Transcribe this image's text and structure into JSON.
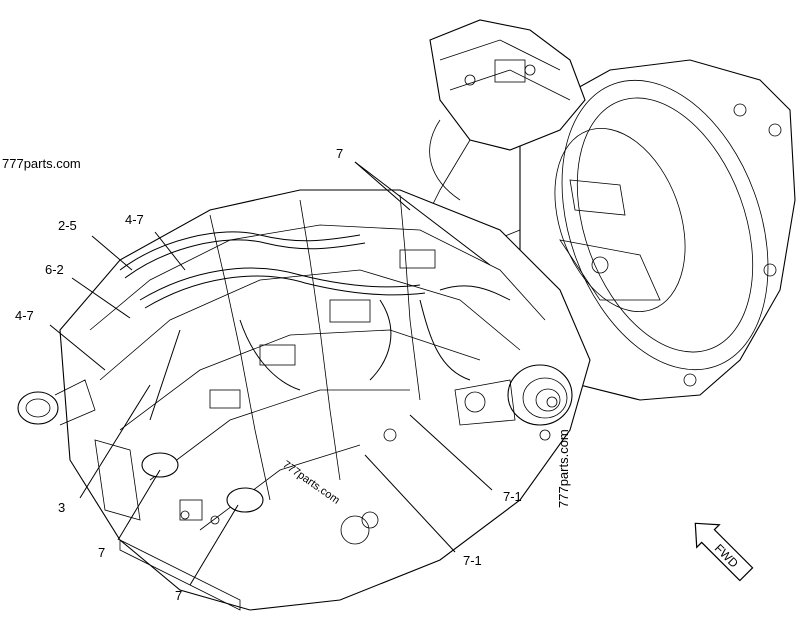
{
  "watermarks": {
    "left": "777parts.com",
    "right": "777parts.com",
    "center": "777parts.com"
  },
  "badge": {
    "fwd": "FWD"
  },
  "callouts": {
    "c_7_top": "7",
    "c_2_5": "2-5",
    "c_4_7_upper": "4-7",
    "c_6_2": "6-2",
    "c_4_7_lower": "4-7",
    "c_3": "3",
    "c_7_mid": "7",
    "c_7_bottom": "7",
    "c_7_1_right": "7-1",
    "c_7_1_lower": "7-1"
  }
}
